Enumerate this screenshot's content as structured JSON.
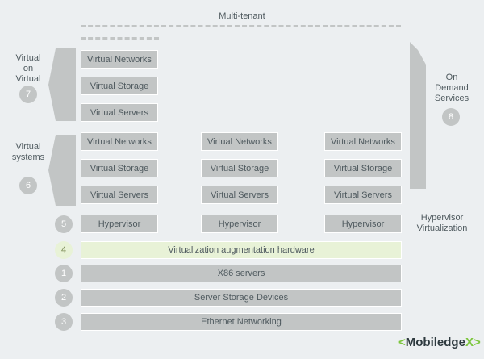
{
  "header": {
    "multi_tenant": "Multi-tenant"
  },
  "left": {
    "virtual_on_virtual": [
      "Virtual",
      "on",
      "Virtual"
    ],
    "badge_7": "7",
    "virtual_systems": [
      "Virtual",
      "systems"
    ],
    "badge_6": "6"
  },
  "right": {
    "on_demand": [
      "On",
      "Demand",
      "Services"
    ],
    "badge_8": "8",
    "hypervisor_virtualization": [
      "Hypervisor",
      "Virtualization"
    ]
  },
  "top_stack": [
    "Virtual Networks",
    "Virtual Storage",
    "Virtual Servers"
  ],
  "columns": [
    {
      "items": [
        "Virtual Networks",
        "Virtual Storage",
        "Virtual Servers"
      ],
      "hypervisor": "Hypervisor"
    },
    {
      "items": [
        "Virtual Networks",
        "Virtual Storage",
        "Virtual Servers"
      ],
      "hypervisor": "Hypervisor"
    },
    {
      "items": [
        "Virtual Networks",
        "Virtual Storage",
        "Virtual Servers"
      ],
      "hypervisor": "Hypervisor"
    }
  ],
  "layers": [
    {
      "num": "5",
      "label": ""
    },
    {
      "num": "4",
      "label": "Virtualization augmentation hardware"
    },
    {
      "num": "1",
      "label": "X86 servers"
    },
    {
      "num": "2",
      "label": "Server Storage Devices"
    },
    {
      "num": "3",
      "label": "Ethernet Networking"
    }
  ],
  "logo": {
    "left": "<",
    "name": "Mobiledge",
    "right": "X>"
  },
  "colors": {
    "gray": "#c2c5c5",
    "highlight": "#e8f2d7",
    "background": "#eceff1",
    "accent": "#7cc63d"
  }
}
